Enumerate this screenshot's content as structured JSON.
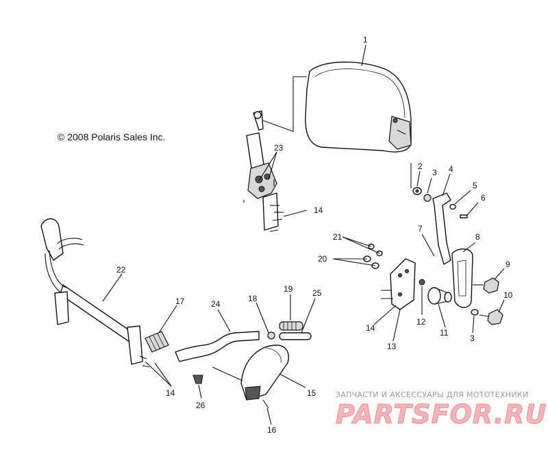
{
  "copyright": "© 2008 Polaris Sales Inc.",
  "watermark": {
    "tagline": "ЗАПЧАСТИ И АКСЕССУАРЫ ДЛЯ МОТОТЕХНИКИ",
    "brand": "PARTSFOR.RU"
  },
  "callouts": [
    "1",
    "2",
    "3",
    "4",
    "5",
    "6",
    "23",
    "14",
    "7",
    "8",
    "9",
    "21",
    "20",
    "10",
    "22",
    "17",
    "24",
    "18",
    "19",
    "25",
    "12",
    "14",
    "13",
    "11",
    "3",
    "14",
    "26",
    "15",
    "16"
  ]
}
